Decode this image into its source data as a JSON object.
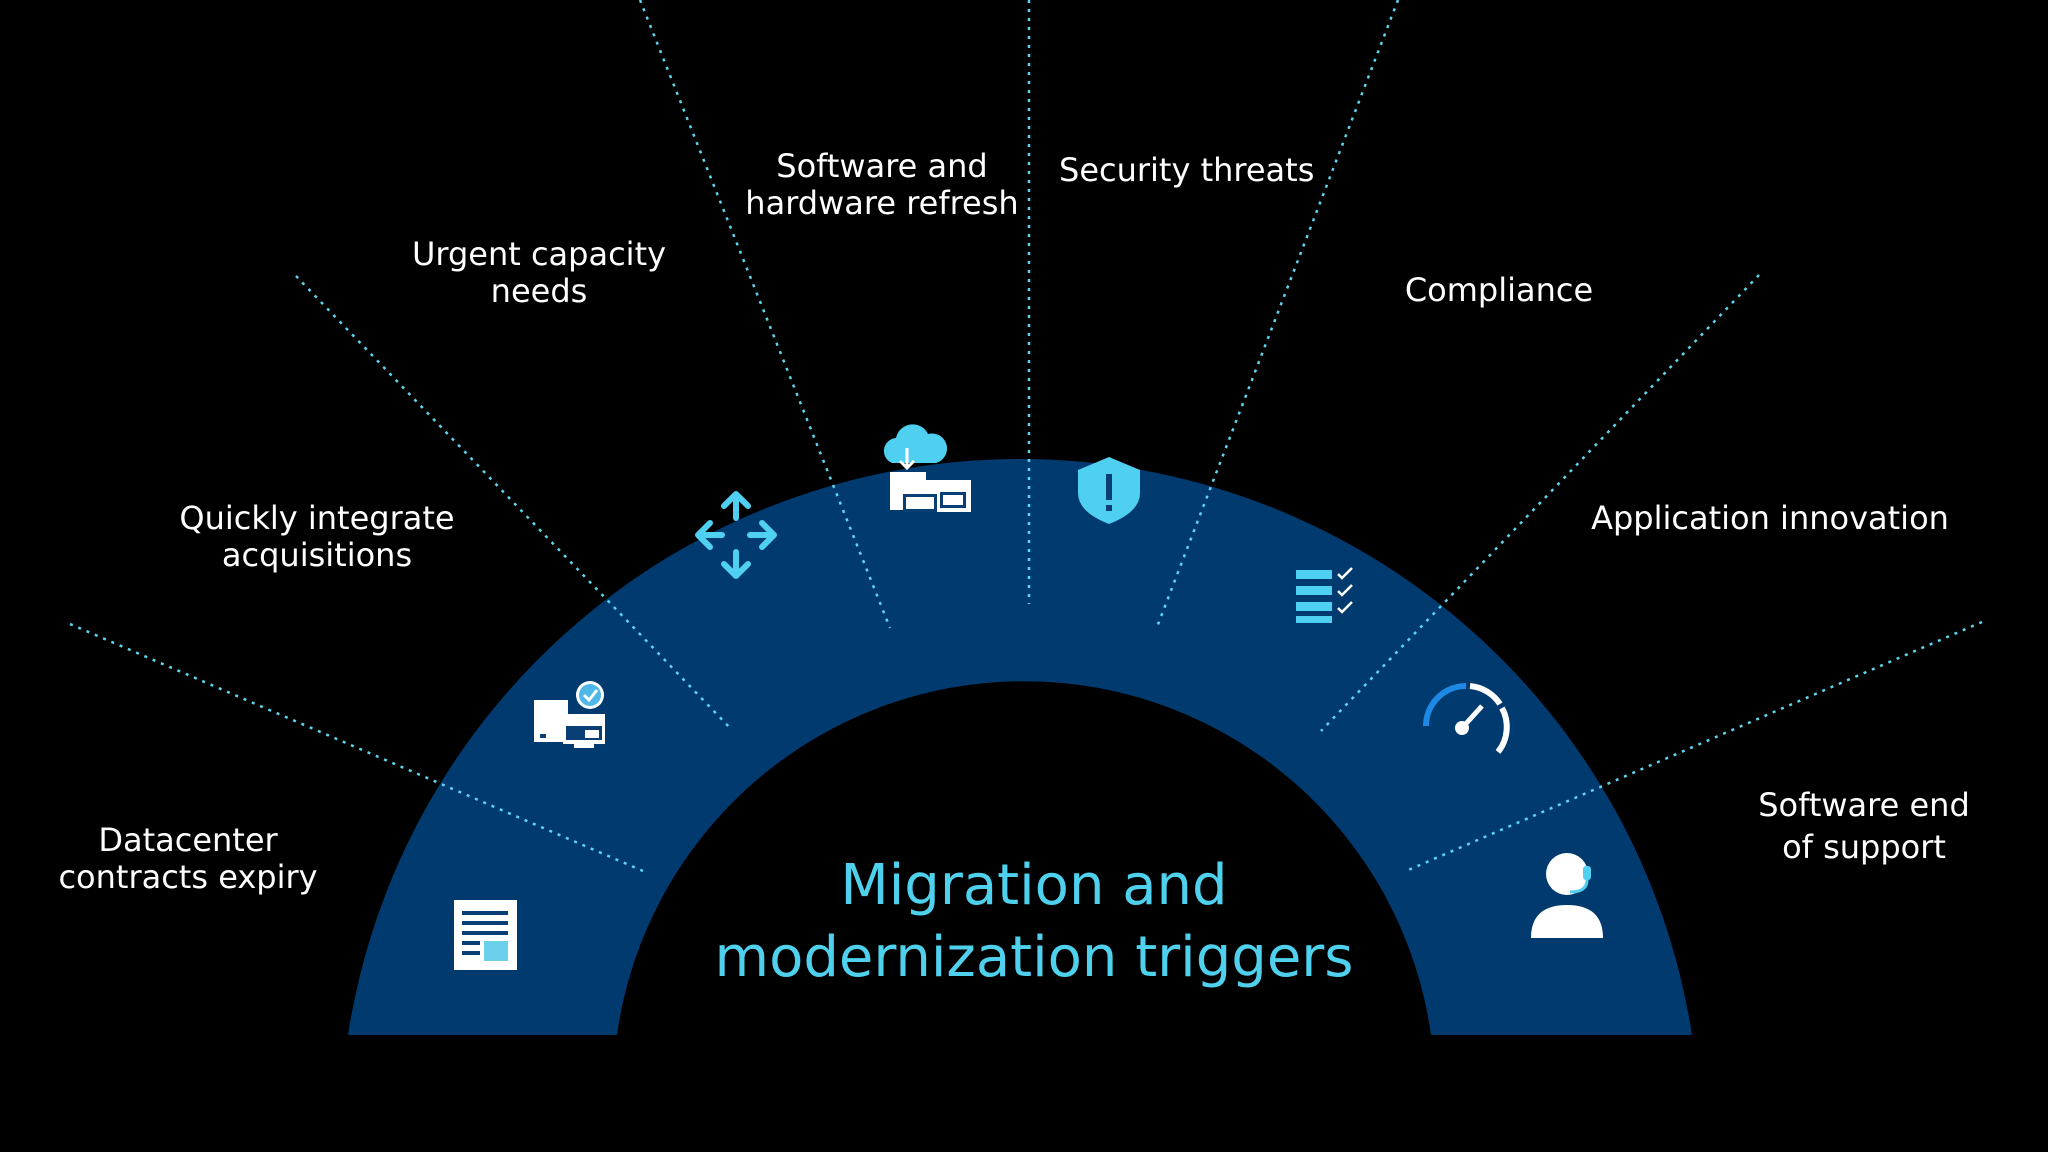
{
  "colors": {
    "background": "#000000",
    "arc": "#003a6e",
    "accent": "#4fd1ee",
    "icon_light": "#ffffff",
    "icon_blue": "#50d0f0",
    "divider": "#5fd4ee"
  },
  "center": {
    "line1": "Migration and",
    "line2": "modernization triggers"
  },
  "triggers": [
    {
      "line1": "Datacenter",
      "line2": "contracts expiry",
      "icon": "document-icon"
    },
    {
      "line1": "Quickly integrate",
      "line2": "acquisitions",
      "icon": "devices-check-icon"
    },
    {
      "line1": "Urgent capacity",
      "line2": "needs",
      "icon": "move-arrows-icon"
    },
    {
      "line1": "Software and",
      "line2": "hardware refresh",
      "icon": "cloud-devices-icon"
    },
    {
      "line1": "Security threats",
      "line2": "",
      "icon": "shield-icon"
    },
    {
      "line1": "Compliance",
      "line2": "",
      "icon": "checklist-icon"
    },
    {
      "line1": "Application innovation",
      "line2": "",
      "icon": "speedometer-icon"
    },
    {
      "line1": "Software end",
      "line2": "of support",
      "icon": "support-agent-icon"
    }
  ]
}
